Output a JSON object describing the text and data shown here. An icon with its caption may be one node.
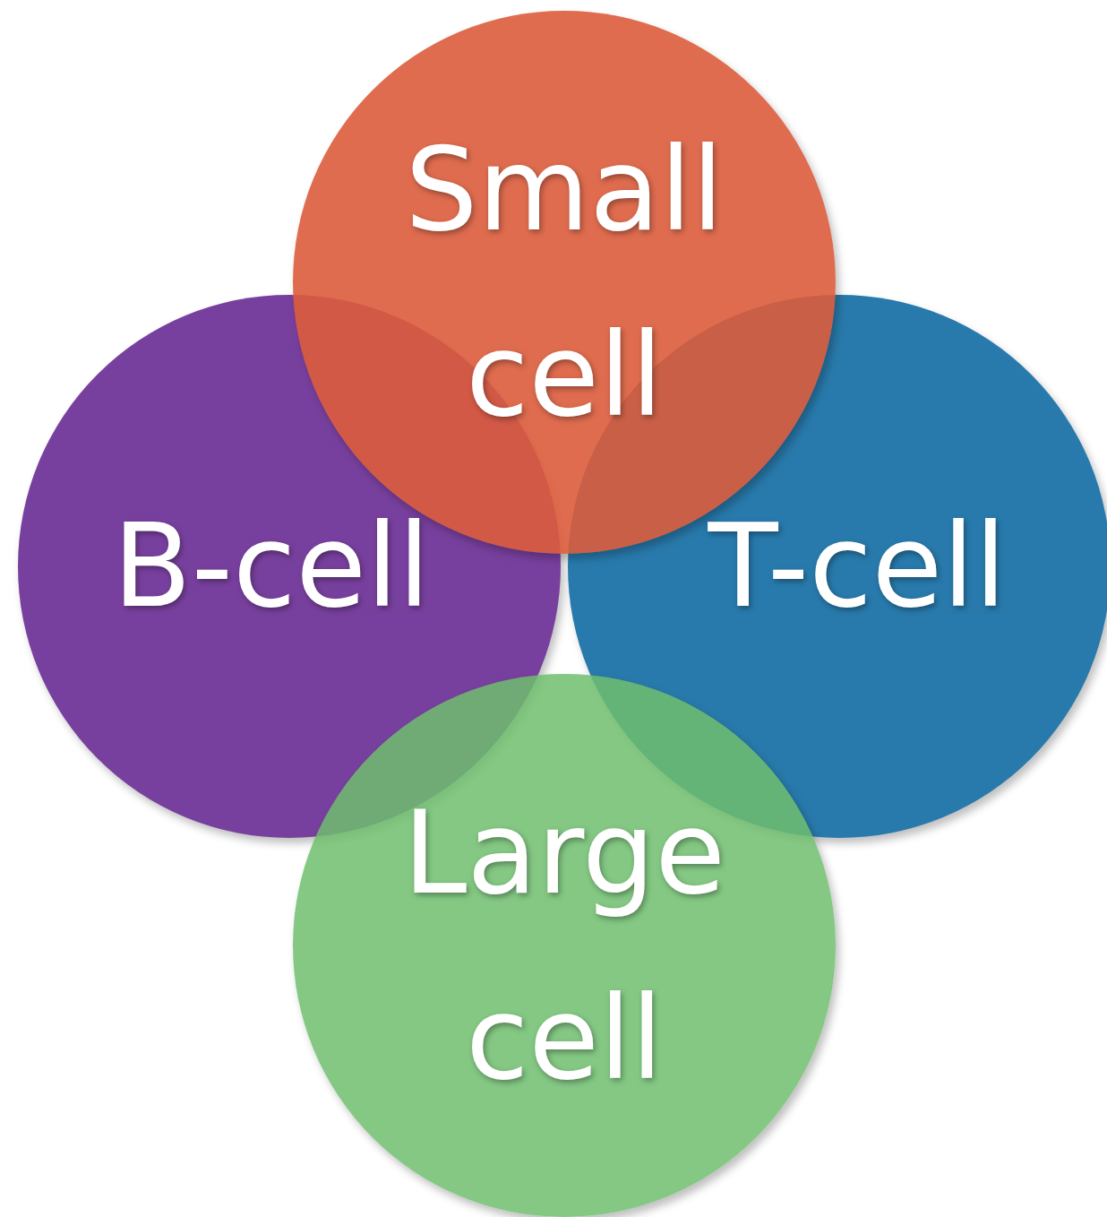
{
  "diagram": {
    "nodes": [
      {
        "text": [
          "Small cell"
        ]
      },
      {
        "text": [
          "B-cell"
        ]
      },
      {
        "text": [
          "T-cell"
        ]
      },
      {
        "text": [
          "Large cell"
        ]
      }
    ]
  }
}
